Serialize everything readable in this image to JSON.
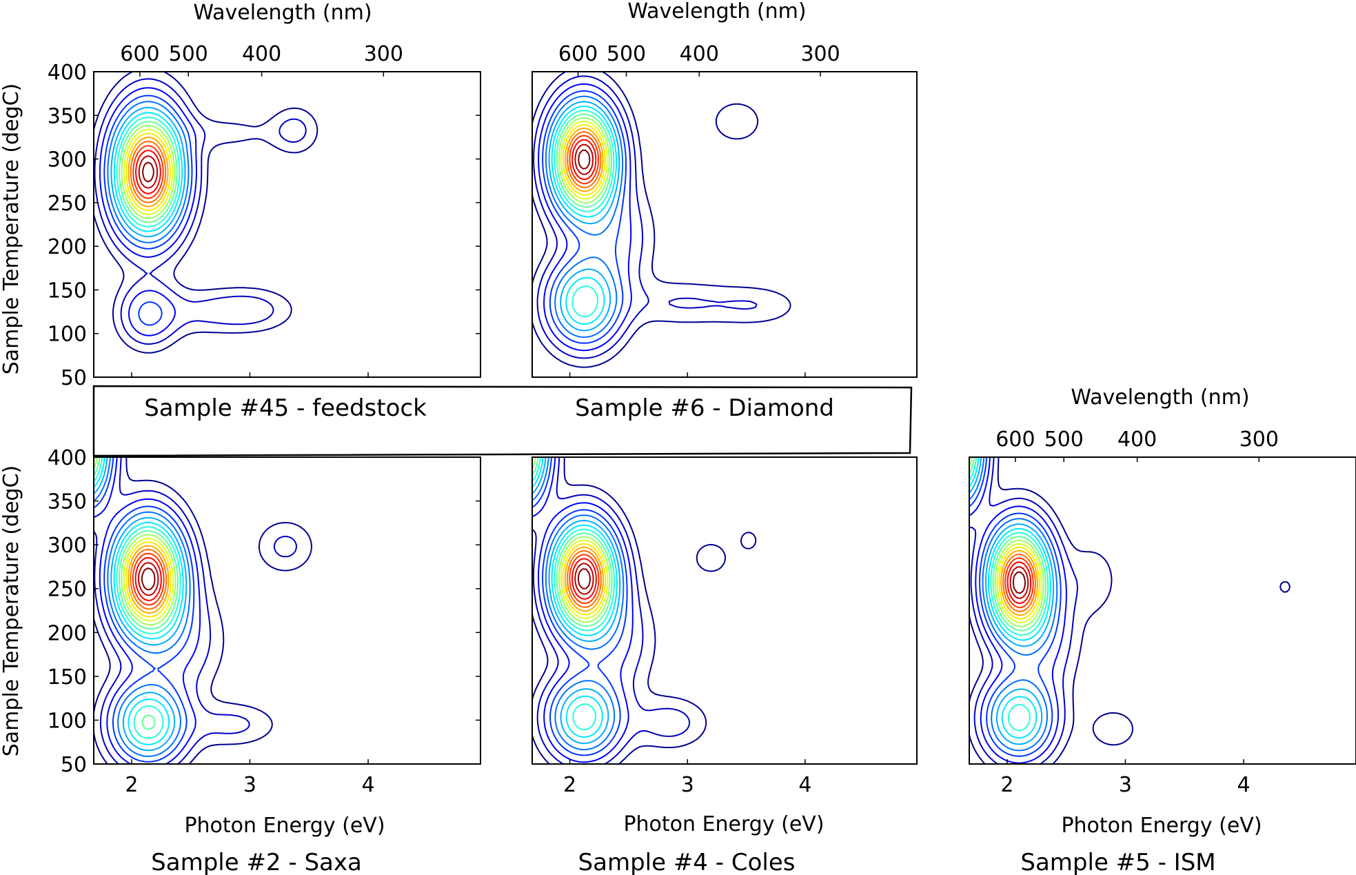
{
  "chart_data": [
    {
      "type": "contour",
      "panel": "top-left",
      "caption": "Sample #45 - feedstock",
      "xlabel": "",
      "ylabel": "Sample Temperature (degC)",
      "x2label": "Wavelength (nm)",
      "xlim": [
        1.68,
        4.95
      ],
      "ylim": [
        50,
        400
      ],
      "xticks": [],
      "yticks": [
        50,
        100,
        150,
        200,
        250,
        300,
        350,
        400
      ],
      "x2ticks": [
        {
          "label": "600",
          "energy": 2.07
        },
        {
          "label": "500",
          "energy": 2.48
        },
        {
          "label": "400",
          "energy": 3.1
        },
        {
          "label": "300",
          "energy": 4.13
        }
      ],
      "peaks": [
        {
          "x": 2.14,
          "y": 285,
          "amp": 1.0,
          "sx": 0.19,
          "sy": 45
        },
        {
          "x": 2.14,
          "y": 122,
          "amp": 0.16,
          "sx": 0.16,
          "sy": 24
        },
        {
          "x": 3.0,
          "y": 127,
          "amp": 0.08,
          "sx": 0.25,
          "sy": 17
        },
        {
          "x": 3.38,
          "y": 333,
          "amp": 0.07,
          "sx": 0.14,
          "sy": 19
        },
        {
          "x": 2.55,
          "y": 125,
          "amp": 0.05,
          "sx": 0.25,
          "sy": 18
        },
        {
          "x": 2.8,
          "y": 330,
          "amp": 0.04,
          "sx": 0.32,
          "sy": 14
        }
      ]
    },
    {
      "type": "contour",
      "panel": "top-middle",
      "caption": "Sample #6 - Diamond",
      "xlabel": "",
      "ylabel": "",
      "x2label": "Wavelength (nm)",
      "xlim": [
        1.68,
        4.95
      ],
      "ylim": [
        50,
        400
      ],
      "xticks": [],
      "yticks": [],
      "x2ticks": [
        {
          "label": "600",
          "energy": 2.07
        },
        {
          "label": "500",
          "energy": 2.48
        },
        {
          "label": "400",
          "energy": 3.1
        },
        {
          "label": "300",
          "energy": 4.13
        }
      ],
      "peaks": [
        {
          "x": 2.12,
          "y": 300,
          "amp": 1.0,
          "sx": 0.18,
          "sy": 40
        },
        {
          "x": 2.12,
          "y": 135,
          "amp": 0.42,
          "sx": 0.2,
          "sy": 32
        },
        {
          "x": 3.42,
          "y": 343,
          "amp": 0.06,
          "sx": 0.15,
          "sy": 17
        },
        {
          "x": 2.95,
          "y": 135,
          "amp": 0.06,
          "sx": 0.34,
          "sy": 18
        },
        {
          "x": 3.6,
          "y": 132,
          "amp": 0.05,
          "sx": 0.26,
          "sy": 16
        },
        {
          "x": 2.35,
          "y": 210,
          "amp": 0.12,
          "sx": 0.22,
          "sy": 40
        }
      ]
    },
    {
      "type": "contour",
      "panel": "bottom-left",
      "caption": "Sample #2 - Saxa",
      "xlabel": "Photon Energy (eV)",
      "ylabel": "Sample Temperature (degC)",
      "x2label": "",
      "xlim": [
        1.68,
        4.95
      ],
      "ylim": [
        50,
        400
      ],
      "xticks": [
        2,
        3,
        4
      ],
      "yticks": [
        50,
        100,
        150,
        200,
        250,
        300,
        350,
        400
      ],
      "x2ticks": [],
      "peaks": [
        {
          "x": 2.14,
          "y": 262,
          "amp": 1.0,
          "sx": 0.19,
          "sy": 42
        },
        {
          "x": 2.14,
          "y": 97,
          "amp": 0.45,
          "sx": 0.2,
          "sy": 30
        },
        {
          "x": 3.3,
          "y": 298,
          "amp": 0.07,
          "sx": 0.17,
          "sy": 21
        },
        {
          "x": 2.85,
          "y": 95,
          "amp": 0.07,
          "sx": 0.26,
          "sy": 17
        },
        {
          "x": 1.6,
          "y": 410,
          "amp": 0.7,
          "sx": 0.14,
          "sy": 40
        },
        {
          "x": 2.4,
          "y": 190,
          "amp": 0.1,
          "sx": 0.24,
          "sy": 40
        }
      ]
    },
    {
      "type": "contour",
      "panel": "bottom-middle",
      "caption": "Sample #4 - Coles",
      "xlabel": "Photon Energy (eV)",
      "ylabel": "",
      "x2label": "",
      "xlim": [
        1.68,
        4.95
      ],
      "ylim": [
        50,
        400
      ],
      "xticks": [
        2,
        3,
        4
      ],
      "yticks": [],
      "x2ticks": [],
      "peaks": [
        {
          "x": 2.12,
          "y": 262,
          "amp": 1.0,
          "sx": 0.18,
          "sy": 40
        },
        {
          "x": 2.12,
          "y": 103,
          "amp": 0.42,
          "sx": 0.2,
          "sy": 30
        },
        {
          "x": 3.2,
          "y": 285,
          "amp": 0.05,
          "sx": 0.12,
          "sy": 15
        },
        {
          "x": 3.52,
          "y": 305,
          "amp": 0.05,
          "sx": 0.06,
          "sy": 9
        },
        {
          "x": 2.85,
          "y": 97,
          "amp": 0.08,
          "sx": 0.22,
          "sy": 20
        },
        {
          "x": 1.6,
          "y": 410,
          "amp": 0.7,
          "sx": 0.14,
          "sy": 40
        },
        {
          "x": 2.38,
          "y": 190,
          "amp": 0.1,
          "sx": 0.22,
          "sy": 40
        }
      ]
    },
    {
      "type": "contour",
      "panel": "bottom-right",
      "caption": "Sample #5 - ISM",
      "xlabel": "Photon Energy (eV)",
      "ylabel": "",
      "x2label": "Wavelength (nm)",
      "xlim": [
        1.68,
        4.95
      ],
      "ylim": [
        50,
        400
      ],
      "xticks": [
        2,
        3,
        4
      ],
      "yticks": [],
      "x2ticks": [
        {
          "label": "600",
          "energy": 2.07
        },
        {
          "label": "500",
          "energy": 2.48
        },
        {
          "label": "400",
          "energy": 3.1
        },
        {
          "label": "300",
          "energy": 4.13
        }
      ],
      "peaks": [
        {
          "x": 2.1,
          "y": 258,
          "amp": 1.0,
          "sx": 0.17,
          "sy": 40
        },
        {
          "x": 2.1,
          "y": 102,
          "amp": 0.42,
          "sx": 0.19,
          "sy": 30
        },
        {
          "x": 2.72,
          "y": 260,
          "amp": 0.05,
          "sx": 0.16,
          "sy": 30
        },
        {
          "x": 2.9,
          "y": 90,
          "amp": 0.05,
          "sx": 0.16,
          "sy": 18
        },
        {
          "x": 4.35,
          "y": 252,
          "amp": 0.05,
          "sx": 0.04,
          "sy": 6
        },
        {
          "x": 1.6,
          "y": 410,
          "amp": 0.7,
          "sx": 0.13,
          "sy": 40
        },
        {
          "x": 2.3,
          "y": 190,
          "amp": 0.1,
          "sx": 0.2,
          "sy": 40
        }
      ]
    }
  ],
  "colors": {
    "colormap": [
      "#00008f",
      "#0000ff",
      "#0080ff",
      "#00ffff",
      "#80ff80",
      "#ffff00",
      "#ff8000",
      "#ff0000",
      "#800000"
    ],
    "axis": "#000000"
  }
}
